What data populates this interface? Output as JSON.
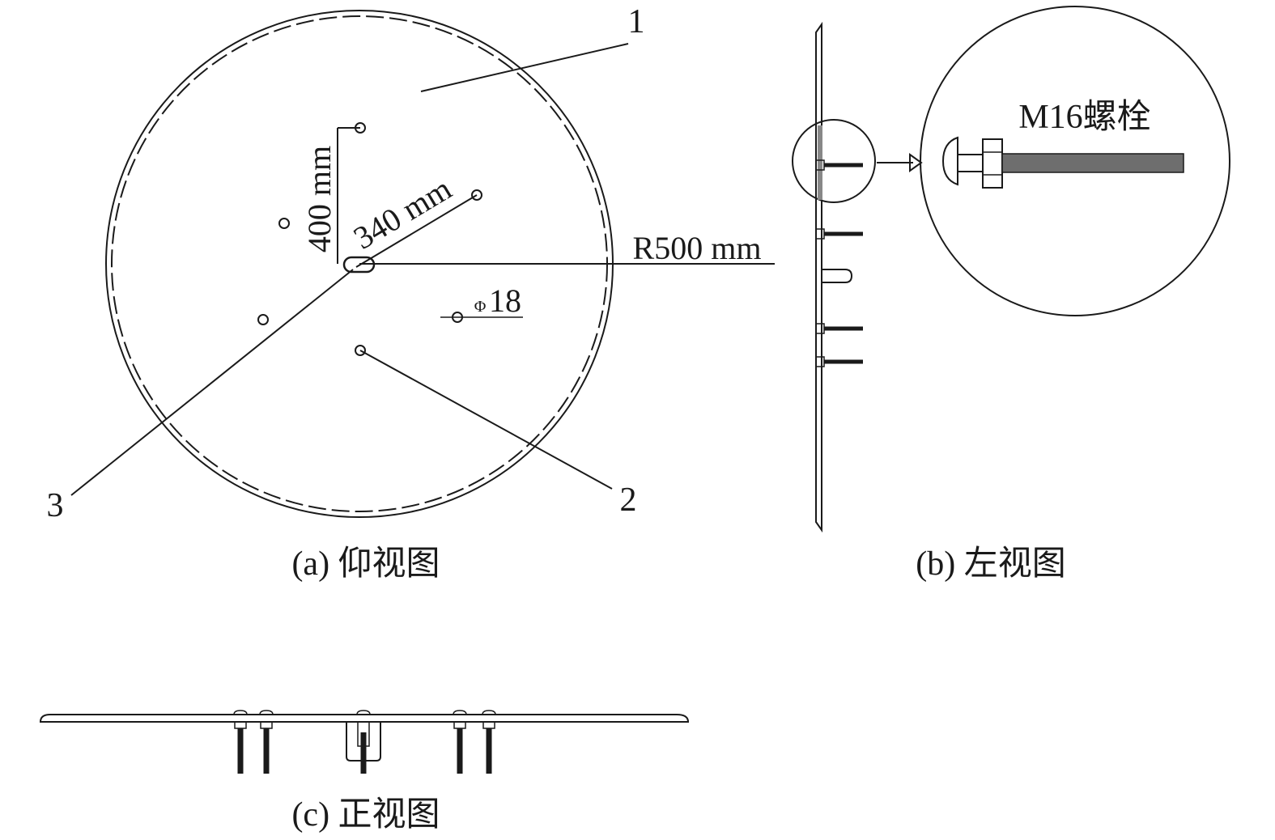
{
  "view_a": {
    "caption": "(a) 仰视图",
    "callout_plate": "1",
    "callout_hole": "2",
    "callout_slot": "3",
    "dim_vertical": "400 mm",
    "dim_diagonal": "340 mm",
    "dim_radius": "R500 mm",
    "dim_hole_symbol": "Φ",
    "dim_hole_value": "18"
  },
  "view_b": {
    "caption": "(b) 左视图",
    "detail_label": "M16螺栓"
  },
  "view_c": {
    "caption": "(c) 正视图"
  },
  "colors": {
    "line": "#1a1a1a",
    "background": "#ffffff"
  }
}
